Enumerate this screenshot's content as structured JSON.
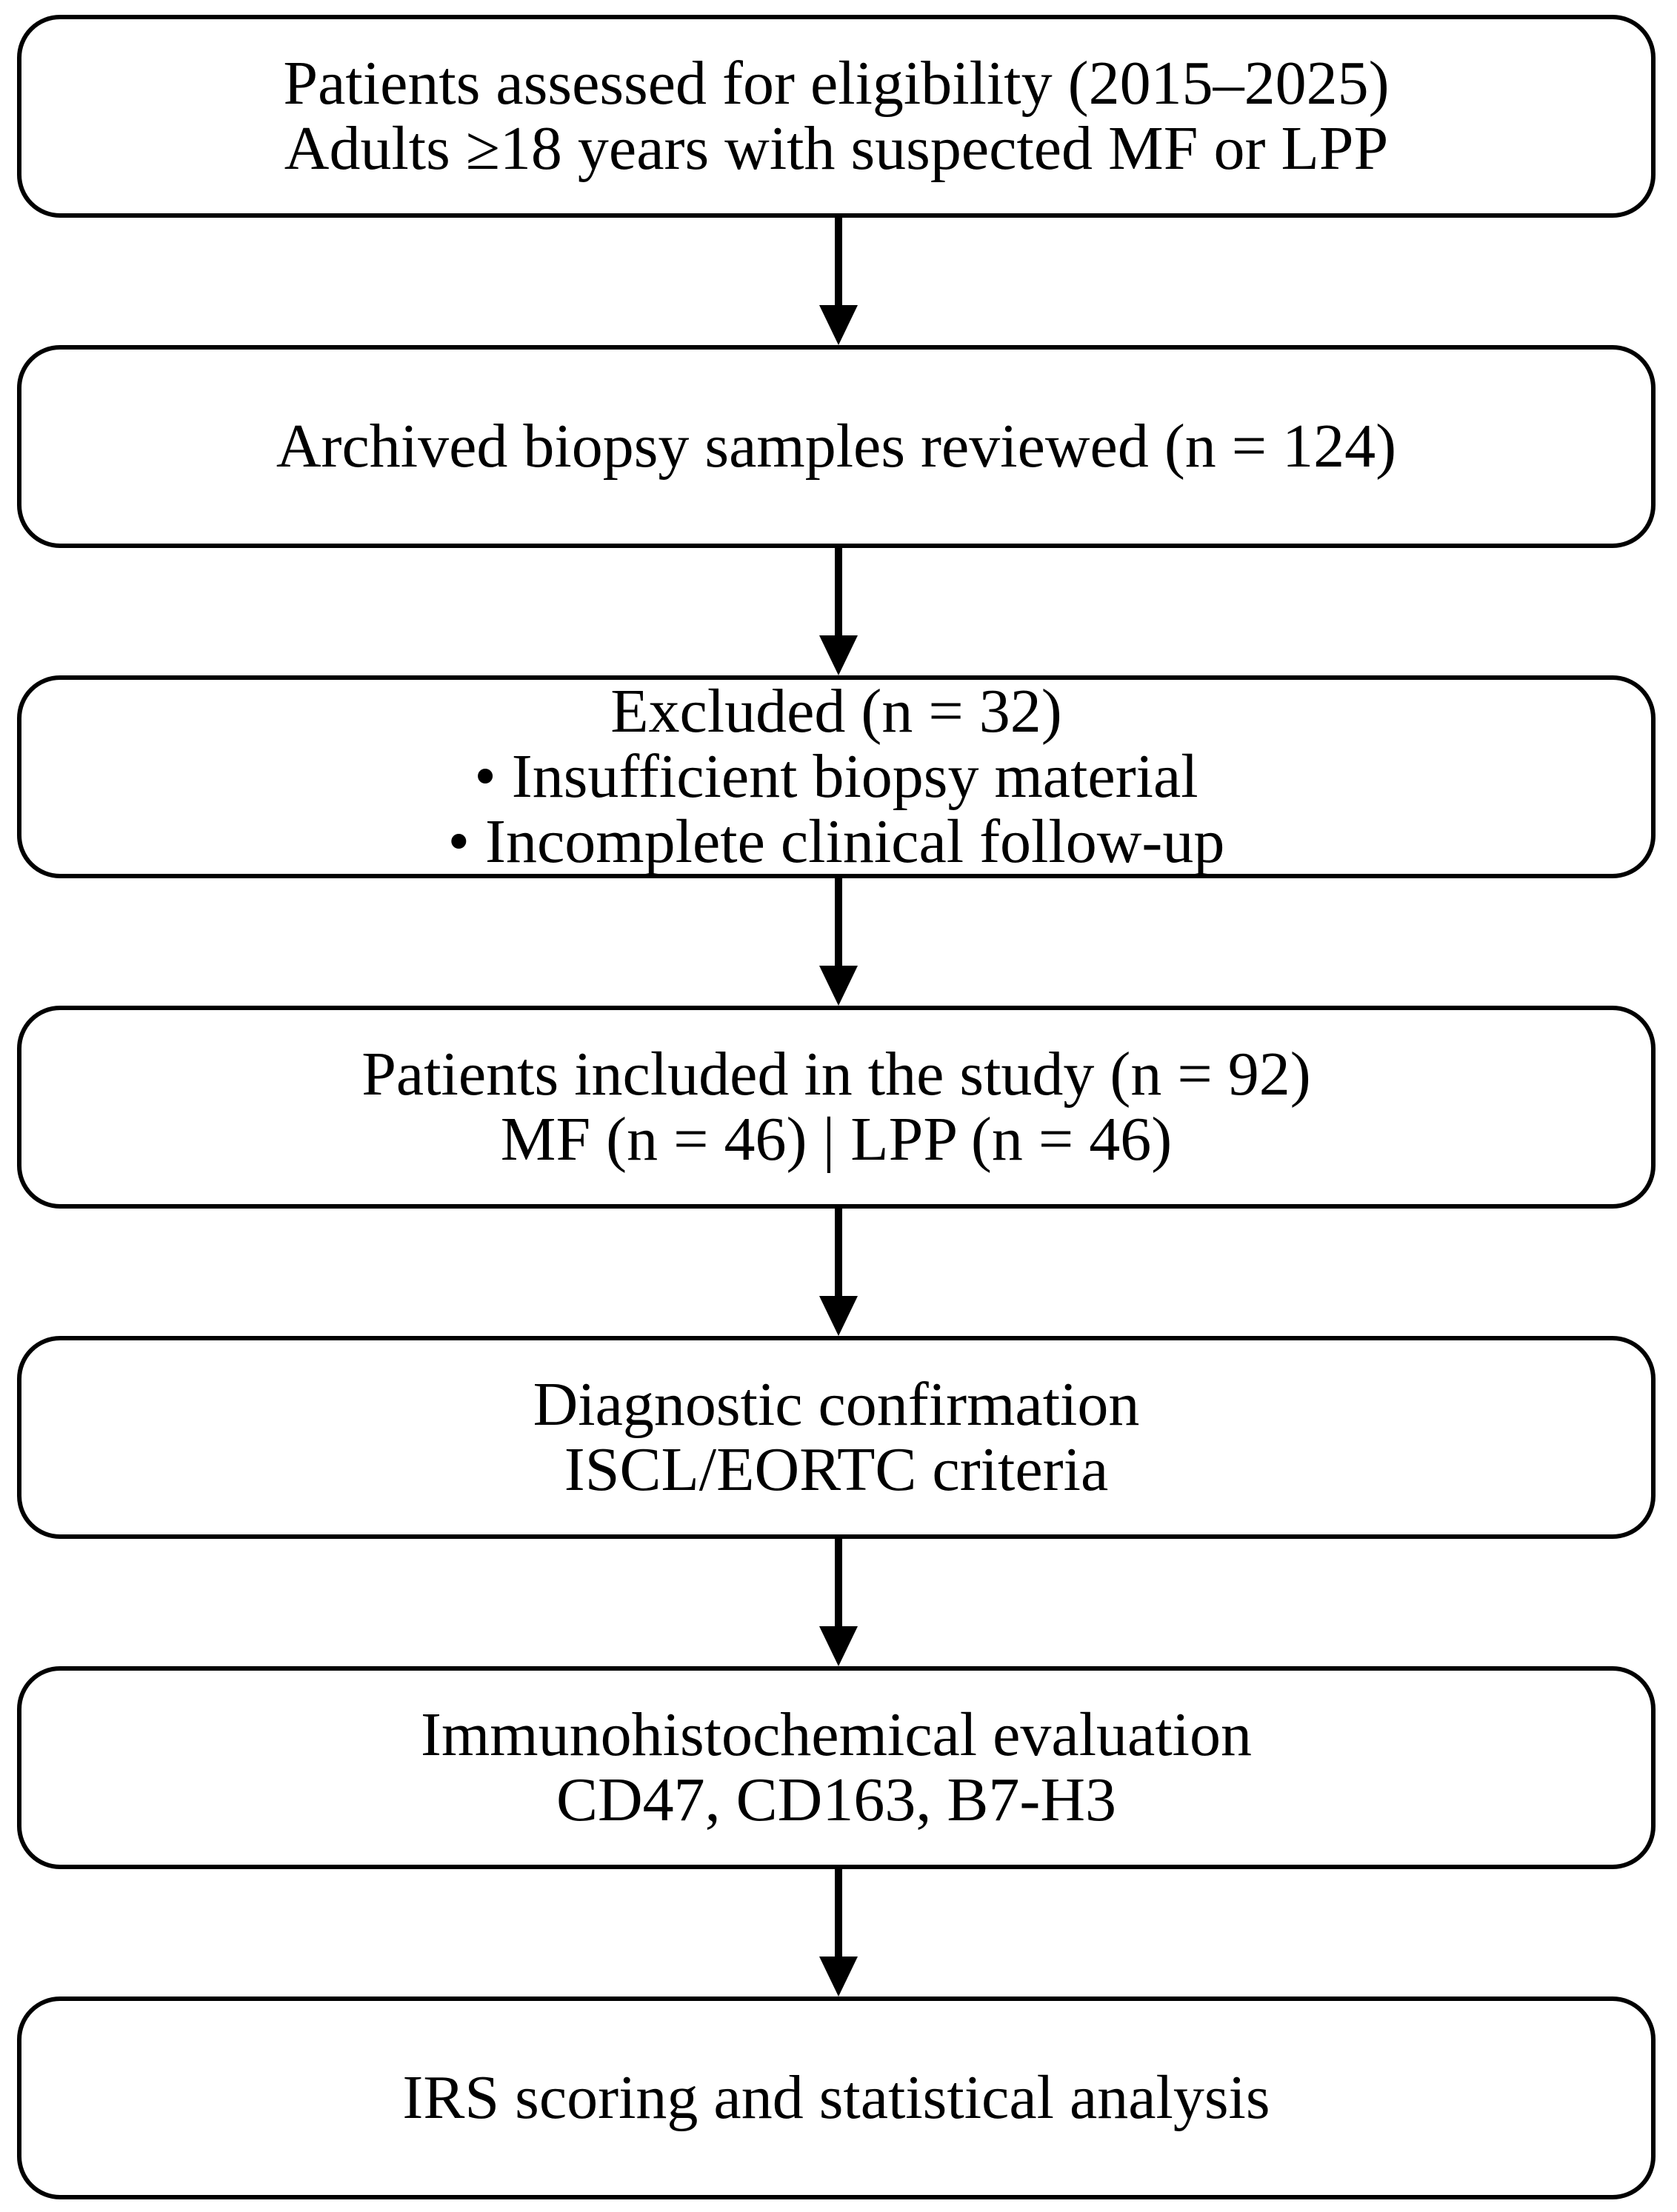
{
  "flowchart": {
    "steps": [
      {
        "id": "eligibility",
        "lines": [
          "Patients assessed for eligibility (2015–2025)",
          "Adults ≥18 years with suspected MF or LPP"
        ]
      },
      {
        "id": "biopsy-review",
        "lines": [
          "Archived biopsy samples reviewed (n = 124)"
        ]
      },
      {
        "id": "excluded",
        "lines": [
          "Excluded (n = 32)",
          "• Insufficient biopsy material",
          "• Incomplete clinical follow-up"
        ]
      },
      {
        "id": "included",
        "lines": [
          "Patients included in the study (n = 92)",
          "MF (n = 46) | LPP (n = 46)"
        ]
      },
      {
        "id": "diagnostic-confirmation",
        "lines": [
          "Diagnostic confirmation",
          "ISCL/EORTC criteria"
        ]
      },
      {
        "id": "ihc-evaluation",
        "lines": [
          "Immunohistochemical evaluation",
          "CD47, CD163, B7-H3"
        ]
      },
      {
        "id": "irs-scoring",
        "lines": [
          "IRS scoring and statistical analysis"
        ]
      }
    ],
    "colors": {
      "stroke": "#000000",
      "fill": "#ffffff",
      "text": "#000000"
    }
  }
}
